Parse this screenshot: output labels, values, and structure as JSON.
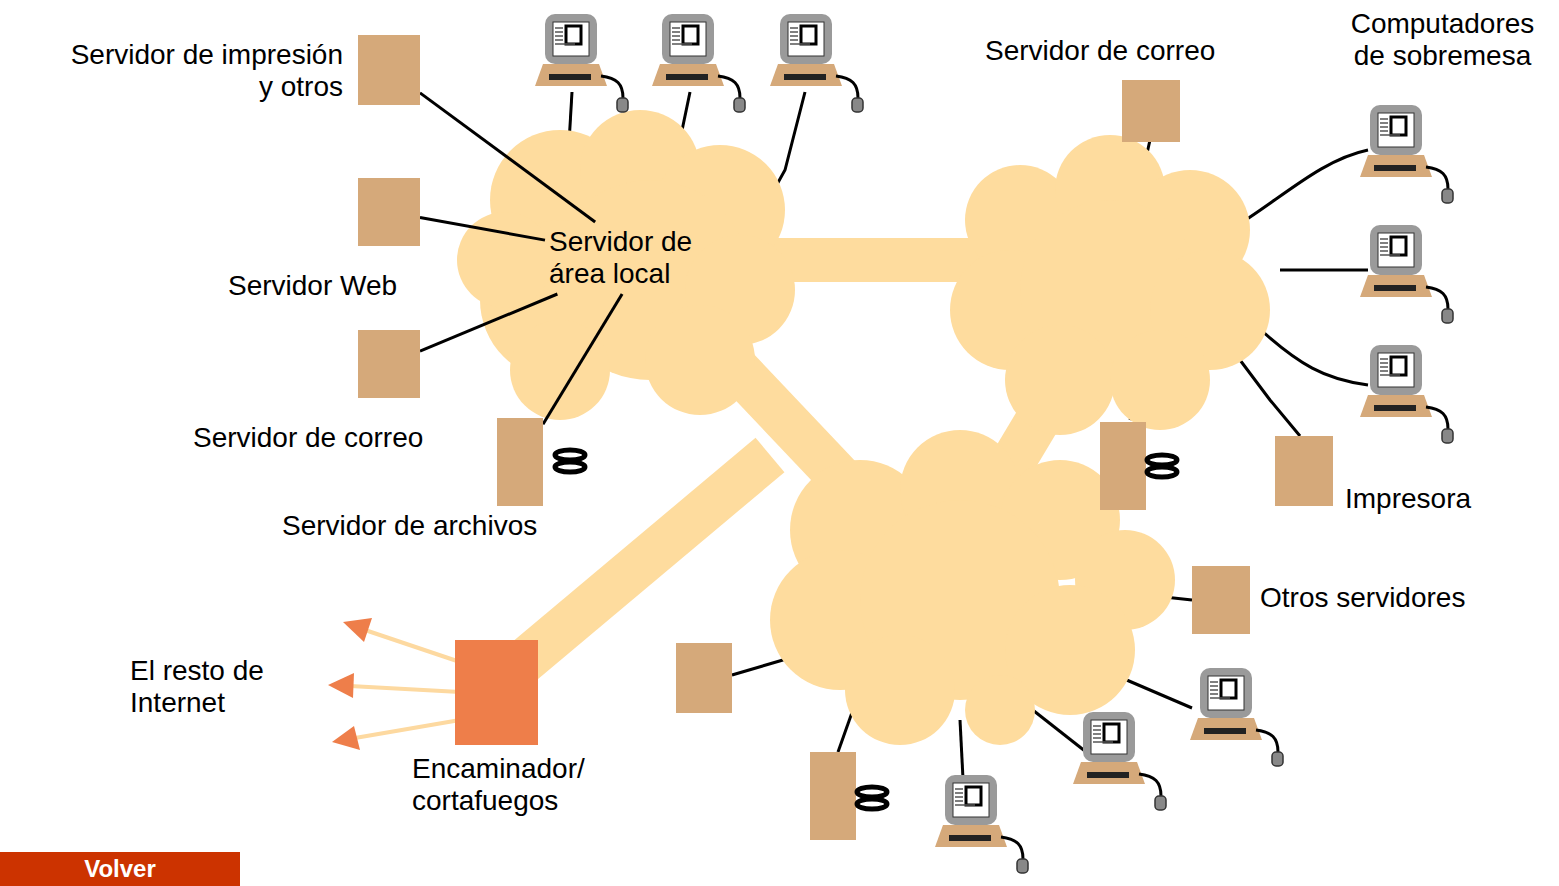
{
  "diagram": {
    "nodes": [
      {
        "text": [
          "Servidor de área local"
        ]
      },
      {
        "text": [
          "Servidor de impresión y otros"
        ]
      },
      {
        "text": [
          "Servidor Web"
        ]
      },
      {
        "text": [
          "Servidor de correo"
        ]
      },
      {
        "text": [
          "Servidor de archivos"
        ]
      },
      {
        "text": [
          "Servidor de correo"
        ]
      },
      {
        "text": [
          "Impresora"
        ]
      },
      {
        "text": [
          "Otros servidores"
        ]
      },
      {
        "text": [
          "Encaminador/ cortafuegos"
        ]
      },
      {
        "text": [
          "Volver"
        ]
      }
    ],
    "edges": [
      {
        "from": 1,
        "to": 0,
        "arrow": "none"
      },
      {
        "from": 2,
        "to": 0,
        "arrow": "none"
      },
      {
        "from": 3,
        "to": 0,
        "arrow": "none"
      },
      {
        "from": 4,
        "to": 0,
        "arrow": "none"
      }
    ],
    "labels": [
      "Computadores de sobremesa",
      "El resto de Internet"
    ]
  }
}
